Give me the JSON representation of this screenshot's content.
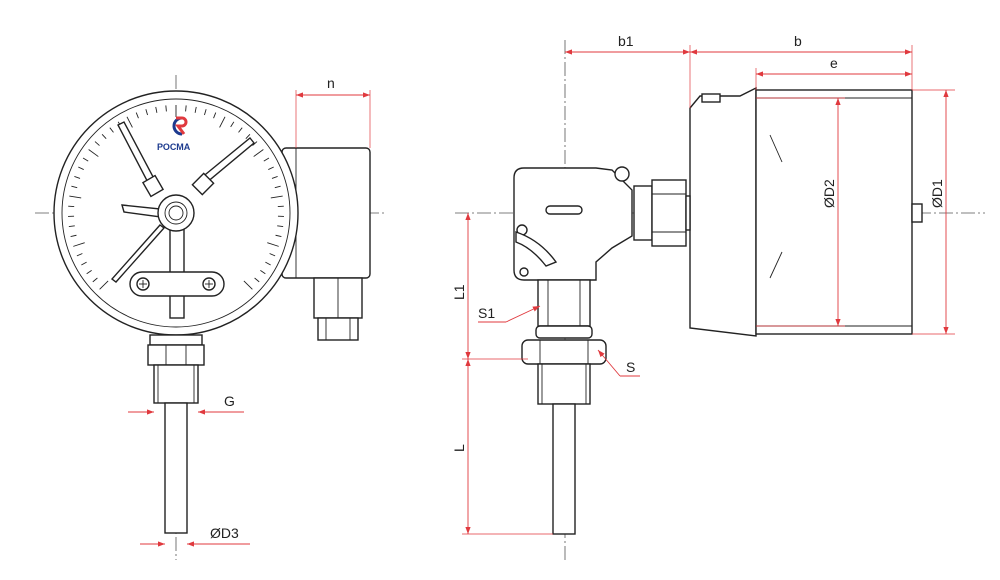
{
  "brand": {
    "name": "РОСМА",
    "colors": {
      "blue": "#1d3b8f",
      "red": "#e0393e"
    }
  },
  "dimensions": {
    "n": "n",
    "G": "G",
    "D3": "ØD3",
    "b1": "b1",
    "b": "b",
    "e": "e",
    "D2": "ØD2",
    "D1": "ØD1",
    "L1": "L1",
    "S1": "S1",
    "S": "S",
    "L": "L"
  },
  "colors": {
    "dimension_line": "#e0393e",
    "outline": "#222222",
    "center_line": "#555555"
  }
}
